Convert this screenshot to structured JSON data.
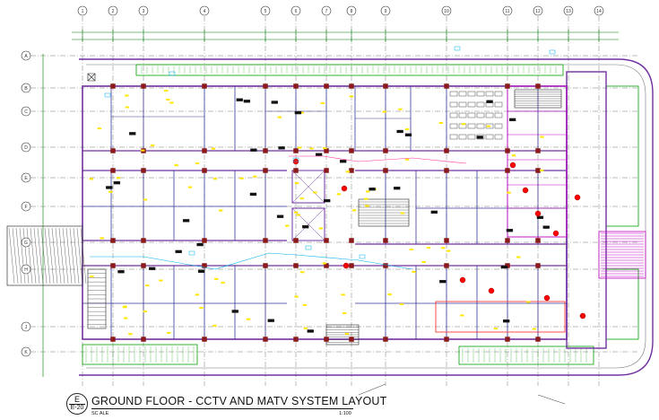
{
  "drawing": {
    "title": "GROUND FLOOR - CCTV AND MATV SYSTEM LAYOUT",
    "symbol_letter": "E",
    "sheet_ref": "E-20",
    "scale_label": "SC ALE",
    "scale_value": "1:100"
  },
  "colors": {
    "wall_outer": "#7030a0",
    "wall_inner": "#3a3a9a",
    "column": "#8b1a1a",
    "cctv": "#ff0000",
    "matv": "#00b0f0",
    "devices": "#ffe600",
    "landscape": "#00a000",
    "stair_landing": "#c000c0",
    "grid": "#555555",
    "dimension": "#008000"
  },
  "grid_axes": {
    "columns": [
      "1",
      "2",
      "3",
      "4",
      "5",
      "6",
      "7",
      "8",
      "9",
      "10",
      "11",
      "12",
      "13",
      "14"
    ],
    "rows": [
      "A",
      "B",
      "C",
      "D",
      "E",
      "F",
      "G",
      "H",
      "J",
      "K"
    ]
  },
  "legend_icons": [
    "cctv-camera-icon",
    "tv-outlet-icon",
    "stair-icon",
    "north-arrow-icon"
  ]
}
